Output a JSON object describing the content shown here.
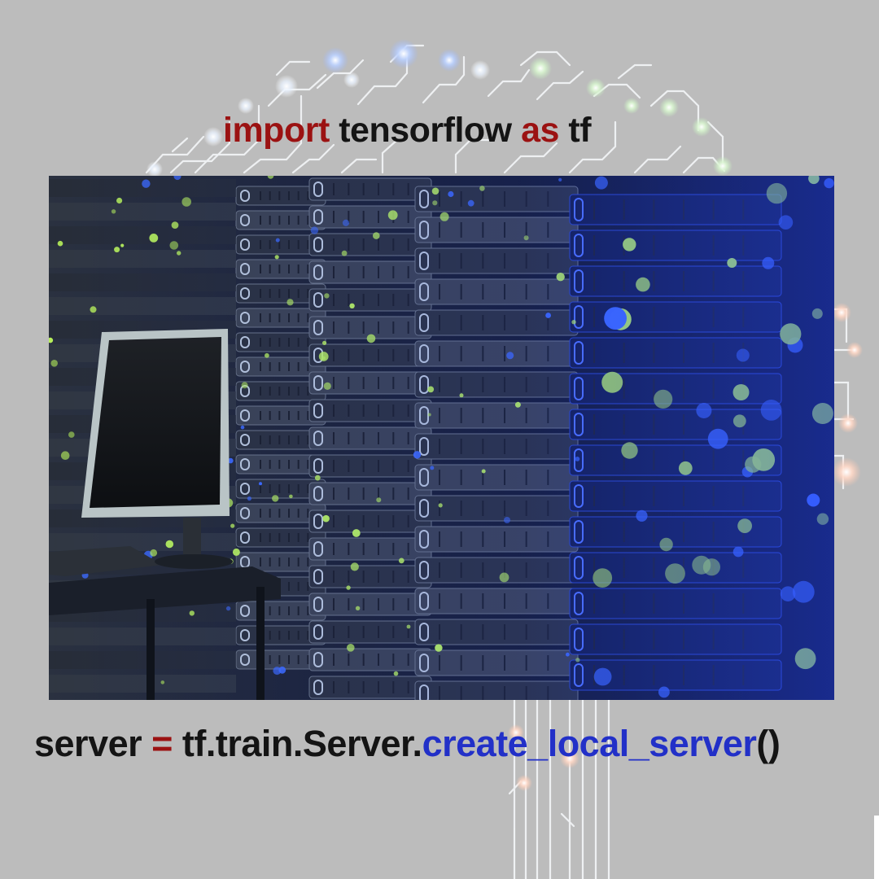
{
  "code": {
    "line1": {
      "import_kw": "import",
      "module": " tensorflow ",
      "as_kw": "as",
      "alias": " tf"
    },
    "line2": {
      "var": "server ",
      "op": "=",
      "path": " tf.train.Server.",
      "func": "create_local_server",
      "parens": "()"
    }
  },
  "photo": {
    "subject": "server-rack-with-monitor"
  },
  "colors": {
    "background": "#bcbcbc",
    "keyword": "#9b1212",
    "function": "#2230c8",
    "text": "#141414",
    "led_green": "#b8f25a",
    "led_blue": "#3d6bff"
  }
}
